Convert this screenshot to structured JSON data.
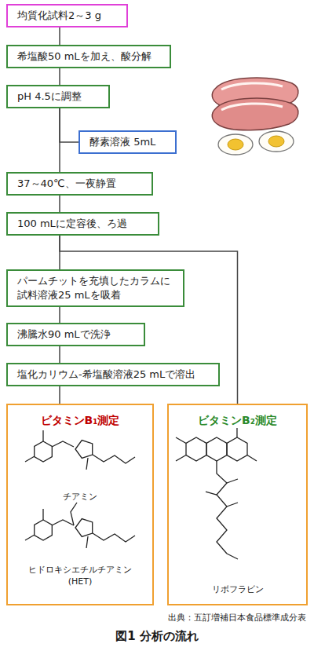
{
  "diagram": {
    "caption": "図1 分析の流れ",
    "nodes": [
      {
        "text": [
          "均質化試料2～3 g"
        ]
      },
      {
        "text": [
          "希塩酸50 mLを加え、酸分解"
        ]
      },
      {
        "text": [
          "pH 4.5に調整"
        ]
      },
      {
        "text": [
          "酵素溶液 5mL"
        ]
      },
      {
        "text": [
          "37～40℃、一夜静置"
        ]
      },
      {
        "text": [
          "100 mLに定容後、ろ過"
        ]
      },
      {
        "text": [
          "パームチットを充填したカラムに 試料溶液25 mLを吸着"
        ]
      },
      {
        "text": [
          "沸騰水90 mLで洗浄"
        ]
      },
      {
        "text": [
          "塩化カリウム-希塩酸溶液25 mLで溶出"
        ]
      },
      {
        "text": [
          "ビタミンB₁測定",
          "チアミン",
          "ヒドロキシエチルチアミン (HET)"
        ]
      },
      {
        "text": [
          "ビタミンB₂測定",
          "リボフラビン"
        ]
      }
    ],
    "edges": [
      {
        "from": 0,
        "to": 1,
        "arrow": "none"
      },
      {
        "from": 1,
        "to": 2,
        "arrow": "none"
      },
      {
        "from": 2,
        "to": 3,
        "arrow": "none"
      },
      {
        "from": 2,
        "to": 4,
        "arrow": "none"
      },
      {
        "from": 4,
        "to": 5,
        "arrow": "none"
      },
      {
        "from": 5,
        "to": 6,
        "arrow": "none"
      },
      {
        "from": 5,
        "to": 10,
        "arrow": "none"
      },
      {
        "from": 6,
        "to": 7,
        "arrow": "none"
      },
      {
        "from": 7,
        "to": 8,
        "arrow": "none"
      },
      {
        "from": 8,
        "to": 9,
        "arrow": "none"
      }
    ],
    "labels": [
      "出典：五訂増補日本食品標準成分表"
    ]
  }
}
